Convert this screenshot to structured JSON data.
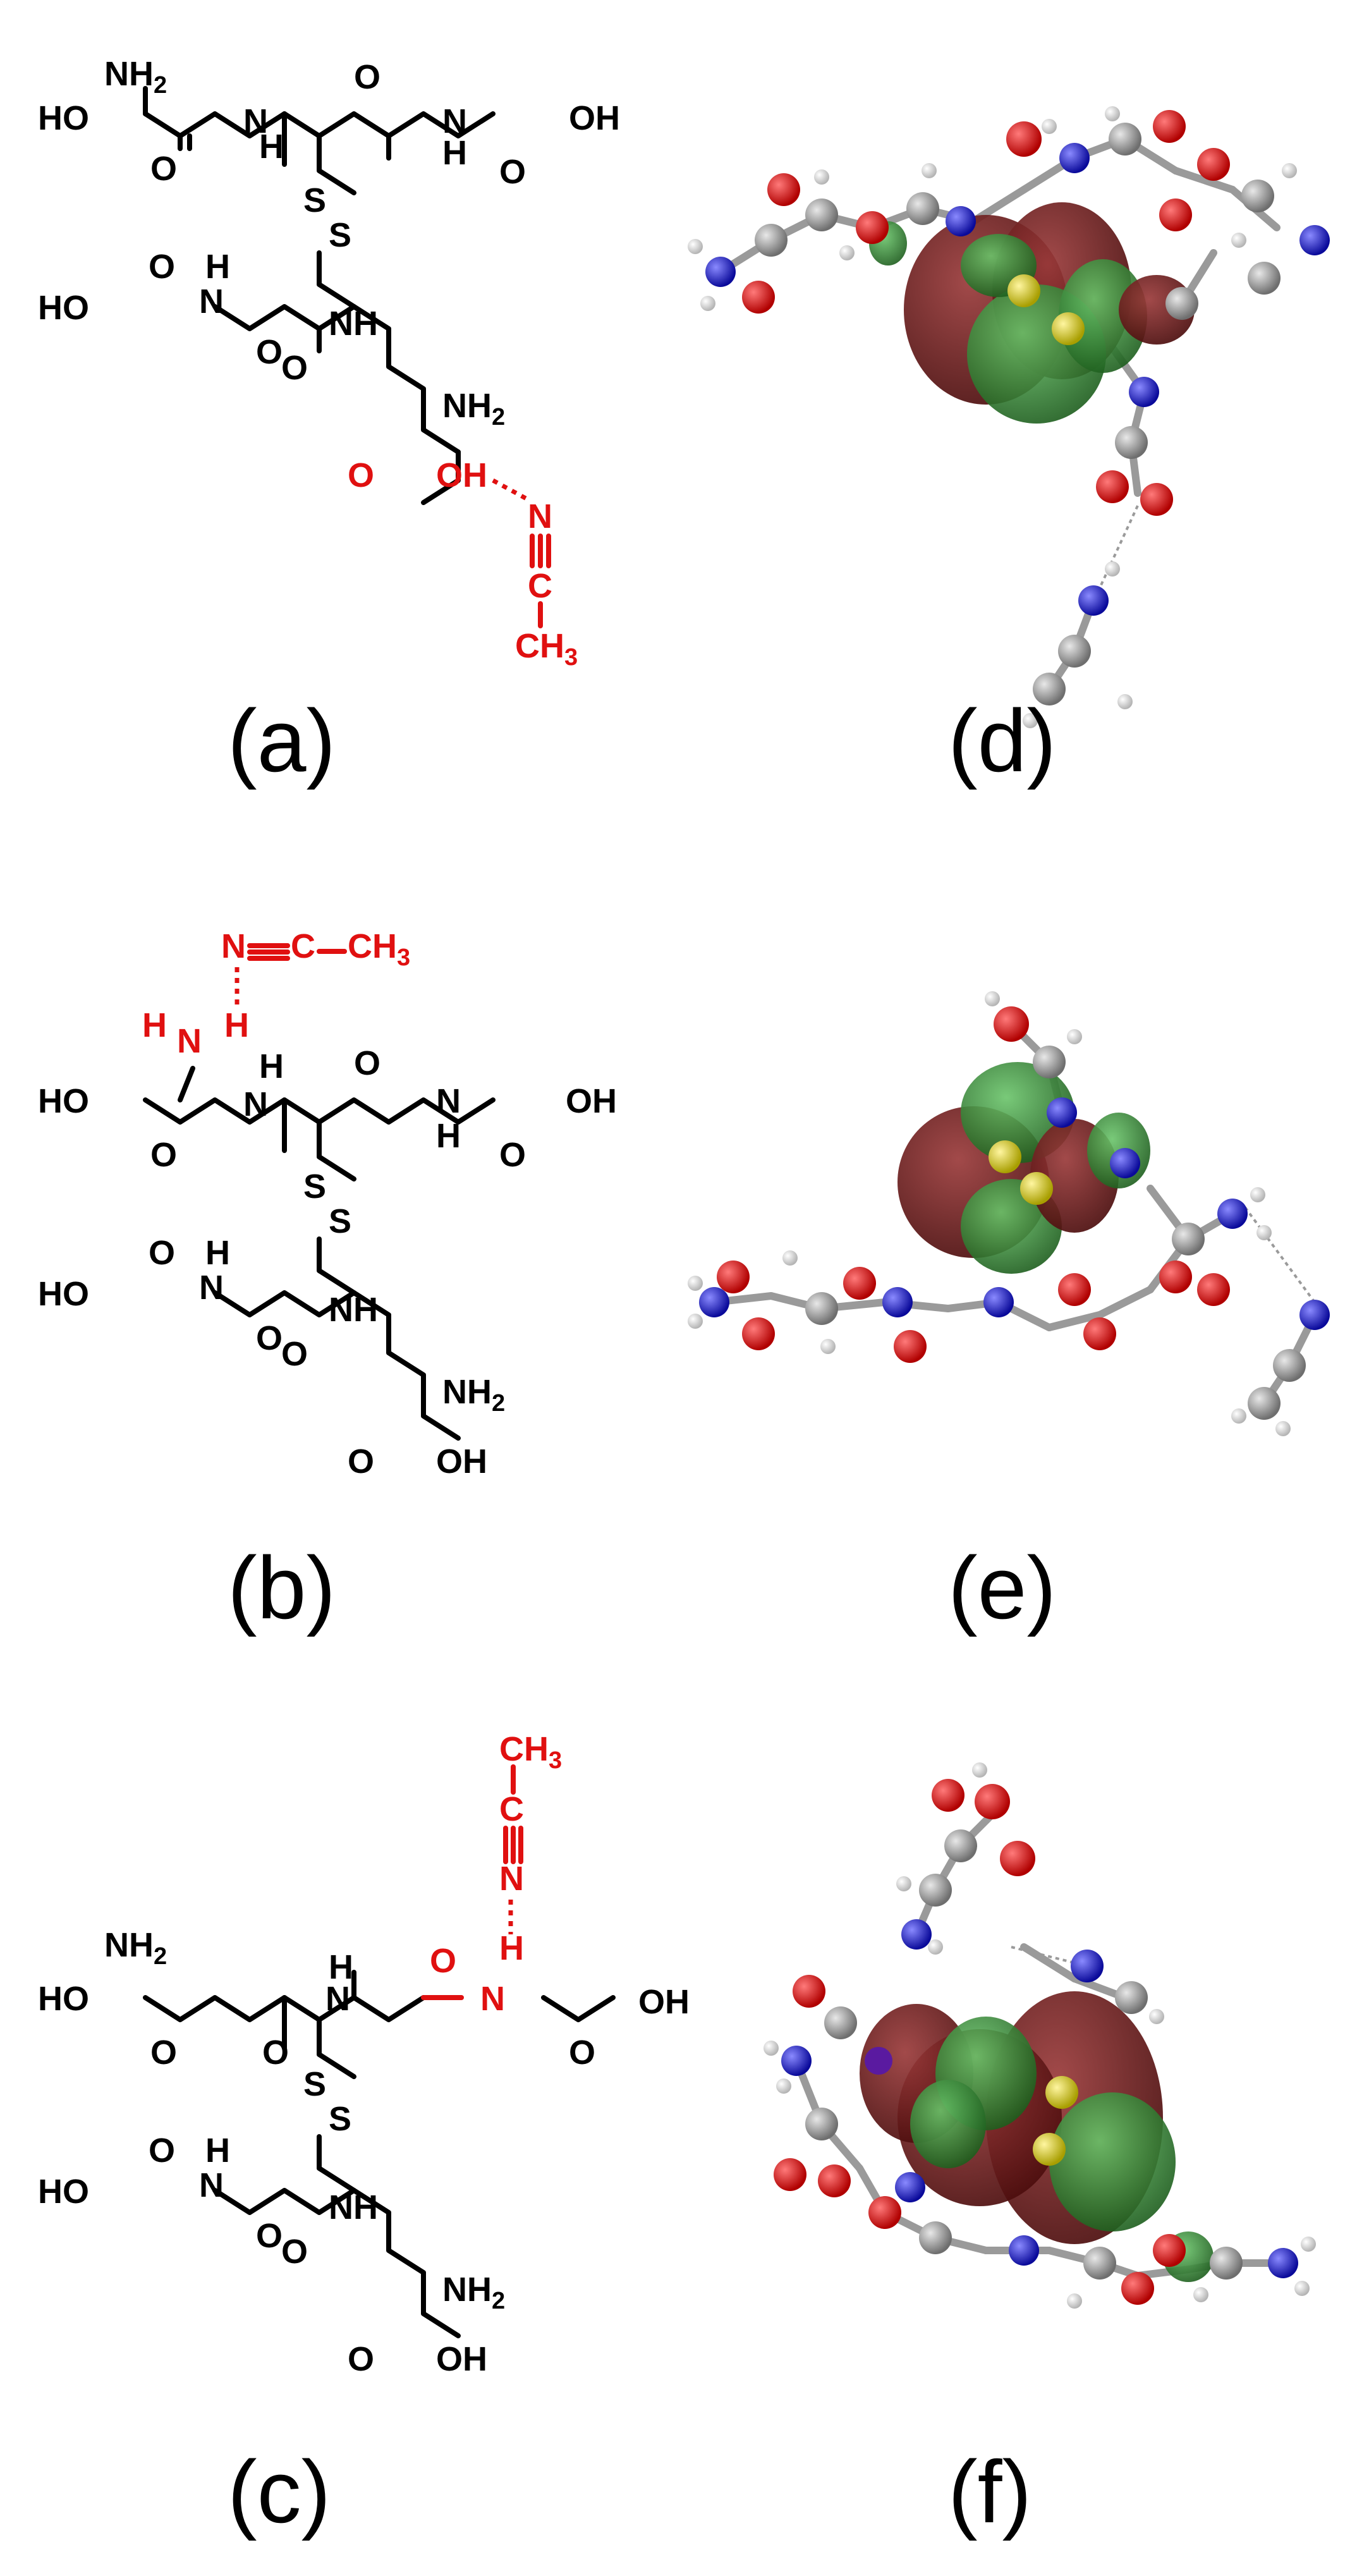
{
  "panels": {
    "a": {
      "label": "(a)"
    },
    "b": {
      "label": "(b)"
    },
    "c": {
      "label": "(c)"
    },
    "d": {
      "label": "(d)"
    },
    "e": {
      "label": "(e)"
    },
    "f": {
      "label": "(f)"
    }
  },
  "atoms": {
    "HO": "HO",
    "OH": "OH",
    "O": "O",
    "N": "N",
    "H": "H",
    "NH": "NH",
    "S": "S",
    "C": "C",
    "NH2_main": "NH",
    "NH2_sub": "2",
    "CH3_main": "CH",
    "CH3_sub": "3"
  },
  "colors": {
    "highlight": "#e01010",
    "bond": "#000000",
    "carbon": "#8c8c8c",
    "oxygen": "#e00000",
    "nitrogen": "#2020d8",
    "sulfur": "#d8d000",
    "hydrogen": "#e8e8e8",
    "orbital_positive": "#6b1818",
    "orbital_negative": "#2e8b2e"
  }
}
